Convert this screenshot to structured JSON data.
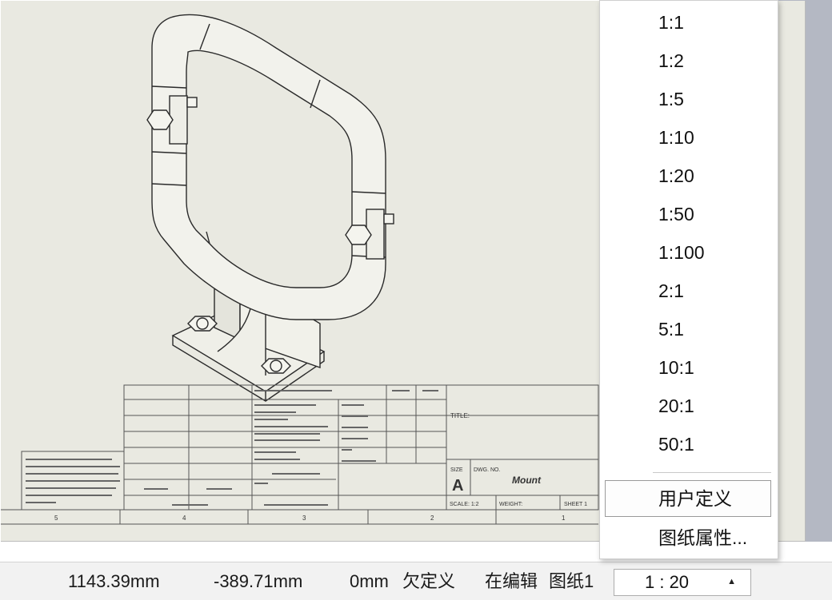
{
  "drawing": {
    "title_block": {
      "title_label": "TITLE:",
      "size_label": "SIZE",
      "size_value": "A",
      "dwg_no_label": "DWG. NO.",
      "dwg_no_value": "Mount",
      "scale_label": "SCALE: 1:2",
      "weight_label": "WEIGHT:",
      "sheet_label": "SHEET 1"
    },
    "zone_numbers": [
      "5",
      "4",
      "3",
      "2",
      "1"
    ]
  },
  "status": {
    "x": "1143.39mm",
    "y": "-389.71mm",
    "z": "0mm",
    "definition": "欠定义",
    "mode": "在编辑",
    "sheet": "图纸1",
    "scale": "1 : 20"
  },
  "scale_menu": {
    "items": [
      "1:1",
      "1:2",
      "1:5",
      "1:10",
      "1:20",
      "1:50",
      "1:100",
      "2:1",
      "5:1",
      "10:1",
      "20:1",
      "50:1"
    ],
    "user_defined": "用户定义",
    "sheet_properties": "图纸属性..."
  }
}
